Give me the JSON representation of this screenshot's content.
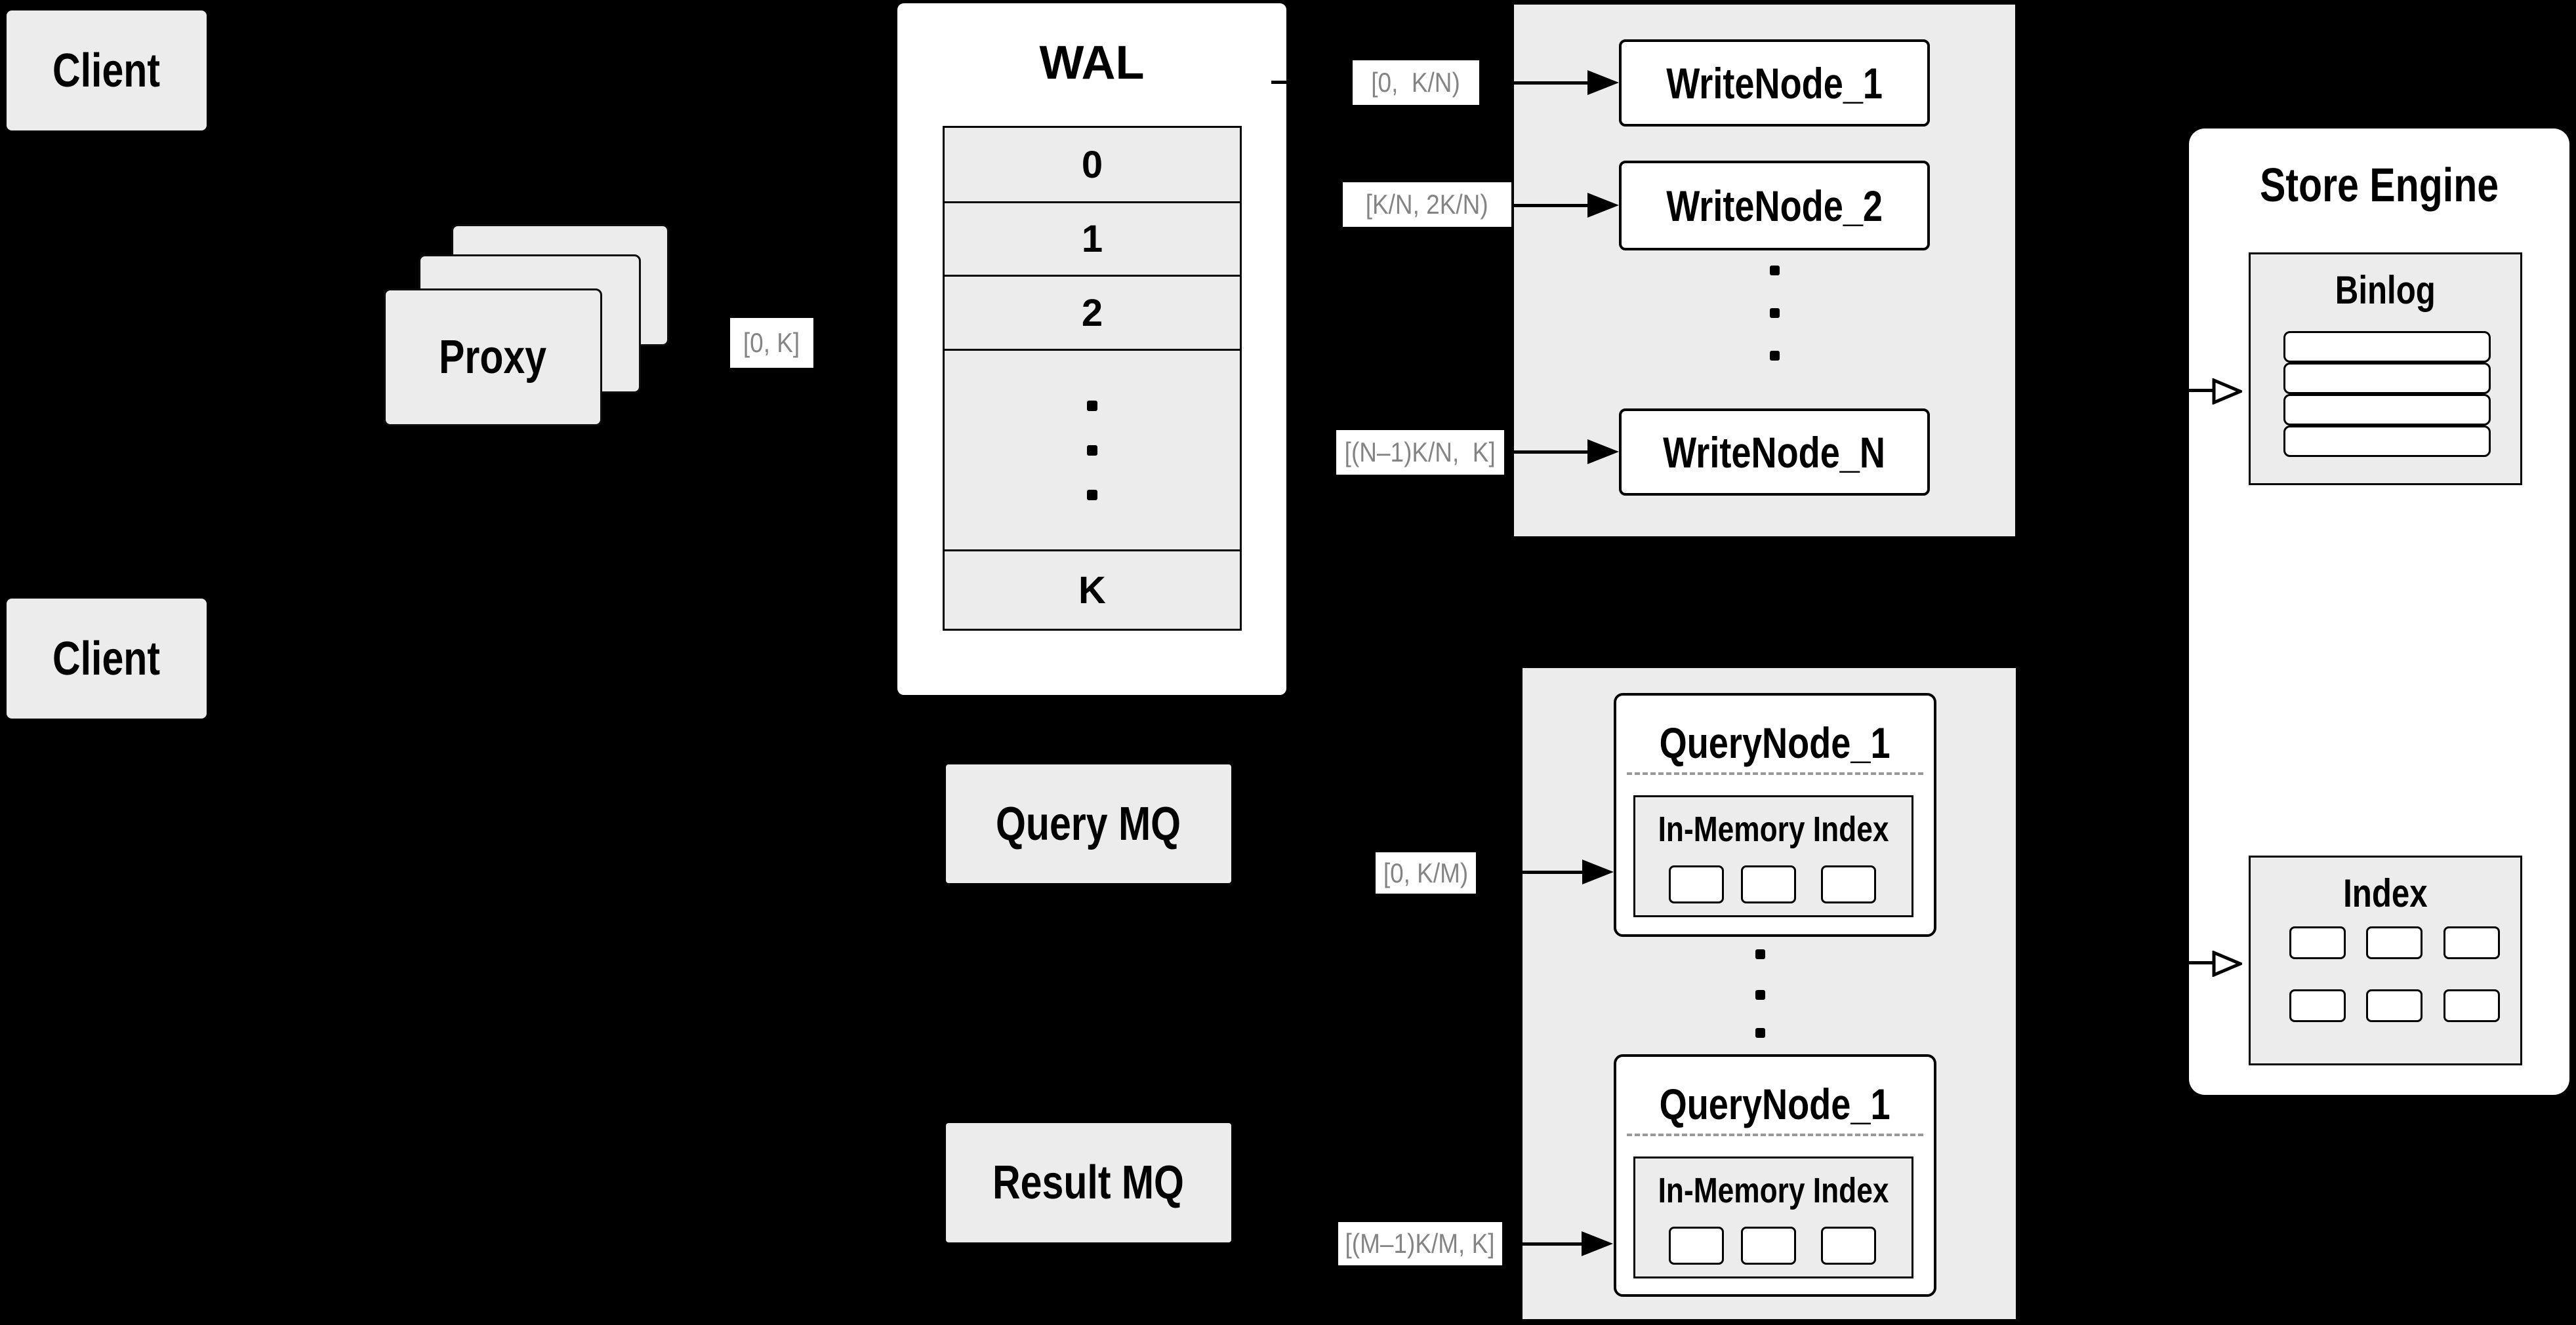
{
  "clients": {
    "top": "Client",
    "bottom": "Client"
  },
  "proxy": {
    "label": "Proxy"
  },
  "flow_labels": {
    "proxy_to_wal": "[0, K]",
    "wal_to_wn1": "[0,  K/N)",
    "wal_to_wn2": "[K/N, 2K/N)",
    "wal_to_wnN": "[(N–1)K/N,  K]",
    "mq_to_qn1": "[0, K/M)",
    "mq_to_qn2": "[(M–1)K/M, K]"
  },
  "wal": {
    "title": "WAL",
    "segments": [
      "0",
      "1",
      "2"
    ],
    "last_segment": "K"
  },
  "write_nodes": {
    "node1": "WriteNode_1",
    "node2": "WriteNode_2",
    "nodeN": "WriteNode_N"
  },
  "query_nodes": {
    "node1": {
      "title": "QueryNode_1",
      "memory_title": "In-Memory Index"
    },
    "node2": {
      "title": "QueryNode_1",
      "memory_title": "In-Memory Index"
    }
  },
  "mq": {
    "query": "Query MQ",
    "result": "Result MQ"
  },
  "store_engine": {
    "title": "Store Engine",
    "binlog": "Binlog",
    "index": "Index"
  },
  "colors": {
    "background": "#000000",
    "panel_gray": "#ececec",
    "box_white": "#ffffff",
    "line_black": "#000000",
    "label_text_gray": "#848484"
  }
}
